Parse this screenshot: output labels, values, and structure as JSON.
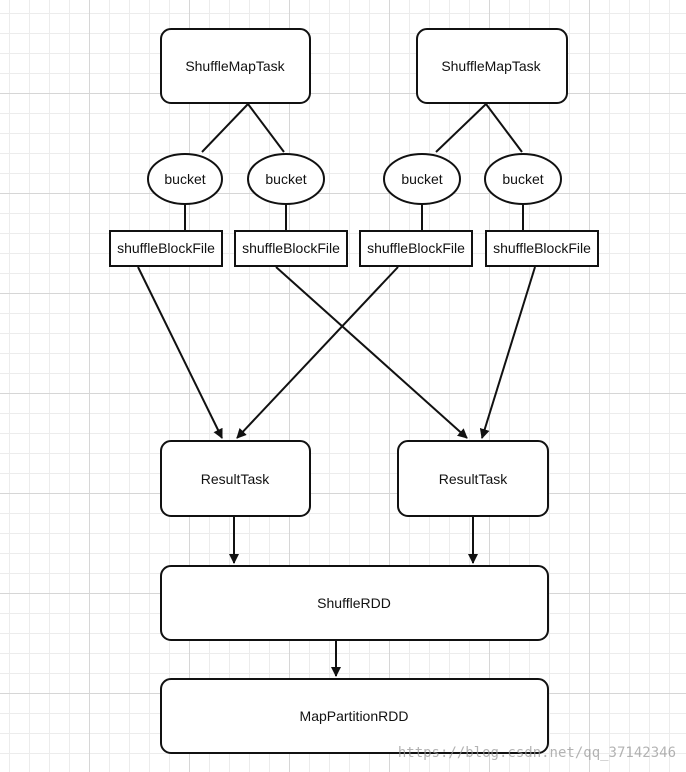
{
  "diagram": {
    "map_tasks": [
      {
        "label": "ShuffleMapTask"
      },
      {
        "label": "ShuffleMapTask"
      }
    ],
    "buckets": [
      {
        "label": "bucket"
      },
      {
        "label": "bucket"
      },
      {
        "label": "bucket"
      },
      {
        "label": "bucket"
      }
    ],
    "block_files": [
      {
        "label": "shuffleBlockFile"
      },
      {
        "label": "shuffleBlockFile"
      },
      {
        "label": "shuffleBlockFile"
      },
      {
        "label": "shuffleBlockFile"
      }
    ],
    "result_tasks": [
      {
        "label": "ResultTask"
      },
      {
        "label": "ResultTask"
      }
    ],
    "shuffle_rdd": {
      "label": "ShuffleRDD"
    },
    "map_partition_rdd": {
      "label": "MapPartitionRDD"
    }
  },
  "watermark": "https://blog.csdn.net/qq_37142346",
  "colors": {
    "stroke": "#111111",
    "fill": "#ffffff",
    "grid_major": "#d6d6d6",
    "grid_minor": "#ececec",
    "watermark": "#9a9a9a"
  }
}
